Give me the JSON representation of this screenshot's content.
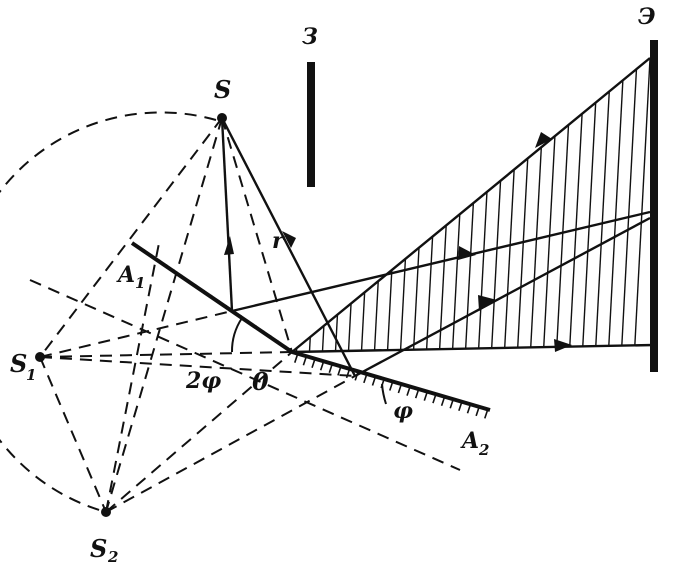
{
  "labels": {
    "source": "S",
    "image1": "S",
    "image1_sub": "1",
    "image2": "S",
    "image2_sub": "2",
    "mirror1": "A",
    "mirror1_sub": "1",
    "mirror2": "A",
    "mirror2_sub": "2",
    "origin": "0",
    "radius": "r",
    "angle": "φ",
    "double_angle": "2φ",
    "screen": "Э",
    "stop": "З"
  },
  "colors": {
    "ink": "#111111",
    "background": "#ffffff"
  }
}
